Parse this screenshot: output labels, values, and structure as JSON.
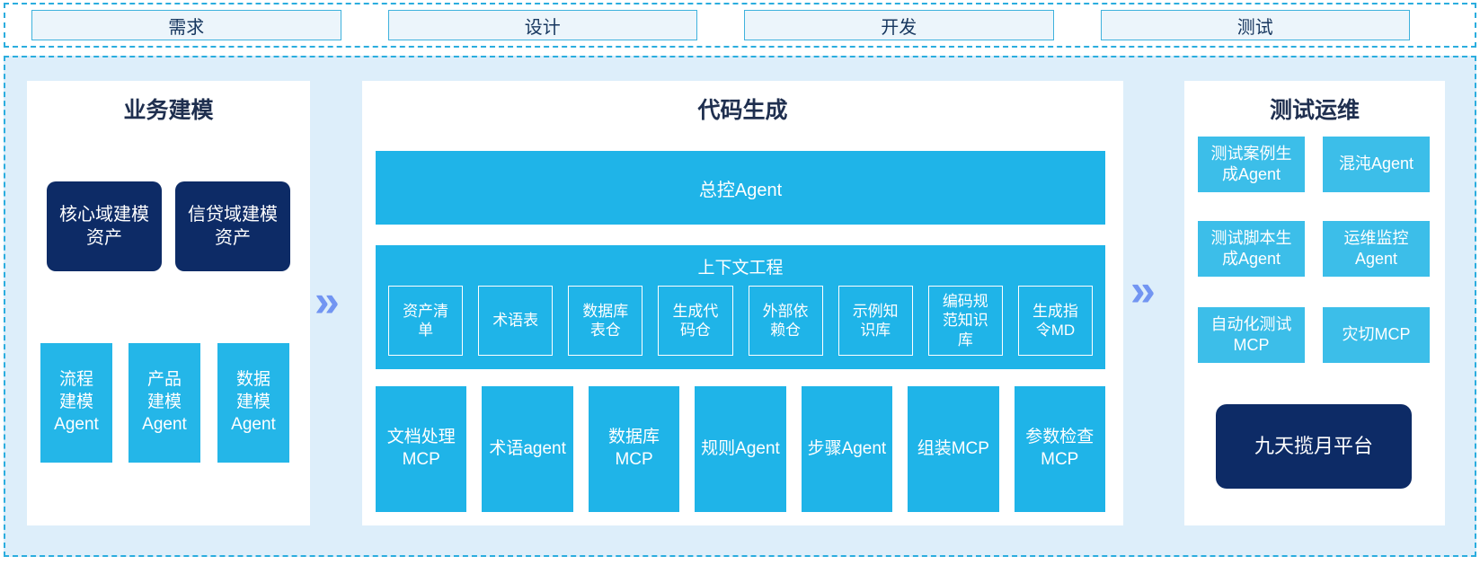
{
  "colors": {
    "cyan": "#1fb4e8",
    "cyan_light": "#3cbee9",
    "navy": "#0d2b66",
    "container_bg": "#ddeefa",
    "dashed_border": "#2badde",
    "phase_box_bg": "#ecf5fb",
    "phase_text": "#17375f",
    "title_text": "#1f2f4f",
    "arrow": "#7295f2"
  },
  "arrow_glyph": "»",
  "phase_bar": {
    "items": [
      "需求",
      "设计",
      "开发",
      "测试"
    ]
  },
  "left_panel": {
    "title": "业务建模",
    "asset_boxes": [
      "核心域建模\n资产",
      "信贷域建模\n资产"
    ],
    "agent_boxes": [
      "流程\n建模\nAgent",
      "产品\n建模\nAgent",
      "数据\n建模\nAgent"
    ]
  },
  "middle_panel": {
    "title": "代码生成",
    "master_agent": "总控Agent",
    "context_section": {
      "title": "上下文工程",
      "boxes": [
        "资产清\n单",
        "术语表",
        "数据库\n表仓",
        "生成代\n码仓",
        "外部依\n赖仓",
        "示例知\n识库",
        "编码规\n范知识\n库",
        "生成指\n令MD"
      ]
    },
    "tool_boxes": [
      "文档处理\nMCP",
      "术语agent",
      "数据库\nMCP",
      "规则Agent",
      "步骤Agent",
      "组装MCP",
      "参数检查\nMCP"
    ]
  },
  "right_panel": {
    "title": "测试运维",
    "boxes": [
      "测试案例生\n成Agent",
      "混沌Agent",
      "测试脚本生\n成Agent",
      "运维监控\nAgent",
      "自动化测试\nMCP",
      "灾切MCP"
    ],
    "platform": "九天揽月平台"
  }
}
